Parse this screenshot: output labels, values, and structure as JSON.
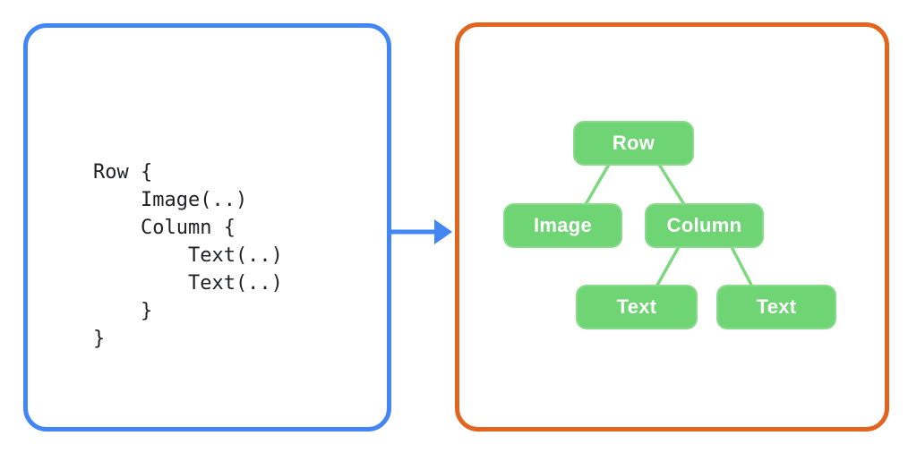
{
  "code_panel": {
    "code": "Row {\n    Image(..)\n    Column {\n        Text(..)\n        Text(..)\n    }\n}"
  },
  "arrow": {
    "description": "arrow pointing right from code to tree"
  },
  "tree_panel": {
    "nodes": [
      {
        "id": "row",
        "label": "Row"
      },
      {
        "id": "image",
        "label": "Image"
      },
      {
        "id": "column",
        "label": "Column"
      },
      {
        "id": "text-1",
        "label": "Text"
      },
      {
        "id": "text-2",
        "label": "Text"
      }
    ],
    "edges": [
      {
        "from": "row",
        "to": "image"
      },
      {
        "from": "row",
        "to": "column"
      },
      {
        "from": "column",
        "to": "text-1"
      },
      {
        "from": "column",
        "to": "text-2"
      }
    ]
  },
  "colors": {
    "code_panel_border": "#4285F4",
    "tree_panel_border": "#E3641E",
    "arrow": "#4285F4",
    "node_fill": "#6FD473",
    "node_border": "#89DB8C",
    "connector": "#7CD87F",
    "node_text": "#FFFFFF",
    "code_text": "#202124"
  }
}
